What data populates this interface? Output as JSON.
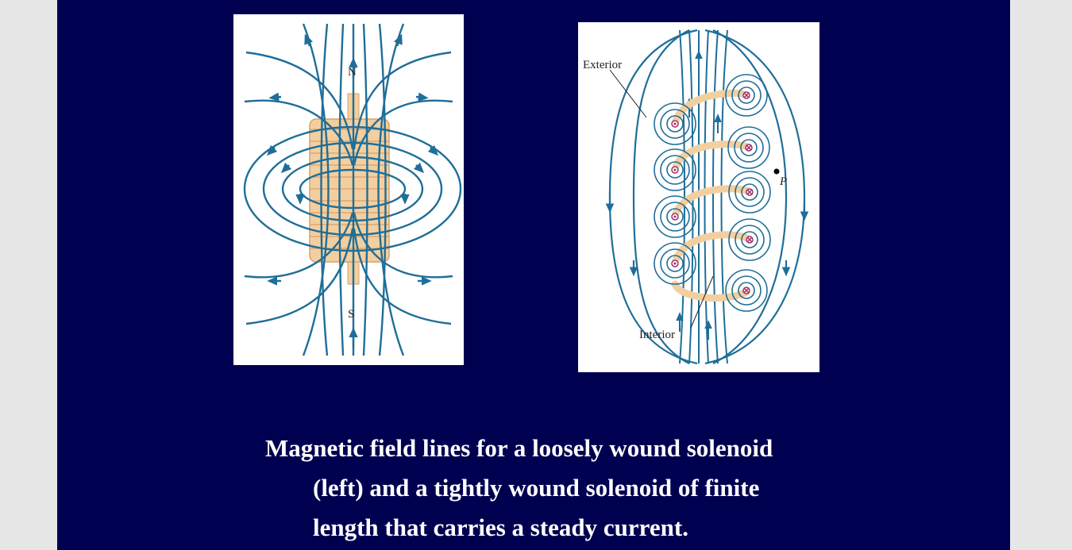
{
  "left_figure": {
    "north_label": "N",
    "south_label": "S"
  },
  "right_figure": {
    "exterior_label": "Exterior",
    "interior_label": "Interior",
    "point_label": "P"
  },
  "caption": {
    "line1": "Magnetic field lines for a loosely wound solenoid",
    "line2": "(left) and a tightly wound solenoid of finite",
    "line3": "length that carries a steady current."
  },
  "colors": {
    "slide_background": "#000050",
    "page_background": "#e6e6e6",
    "field_line": "#1f6e99",
    "coil": "#f3cfa0",
    "caption_text": "#ffffff"
  }
}
